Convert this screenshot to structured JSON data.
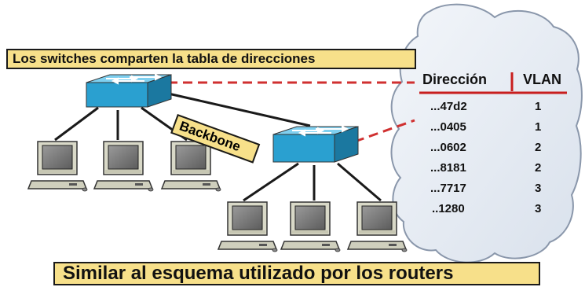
{
  "top_banner": "Los switches comparten la tabla de direcciones",
  "bottom_banner": "Similar al esquema utilizado por los routers",
  "backbone_label": "Backbone",
  "table": {
    "headers": [
      "Dirección",
      "VLAN"
    ],
    "rows": [
      [
        "...47d2",
        "1"
      ],
      [
        "...0405",
        "1"
      ],
      [
        "...0602",
        "2"
      ],
      [
        "...8181",
        "2"
      ],
      [
        "...7717",
        "3"
      ],
      [
        "..1280",
        "3"
      ]
    ]
  },
  "colors": {
    "banner_fill": "#f7e08a",
    "cloud_fill": "#e8edf4",
    "switch_top": "#6fc6ea",
    "switch_side": "#1f8fc0",
    "dashed_link": "#d03030",
    "table_rule": "#c81e1e"
  }
}
